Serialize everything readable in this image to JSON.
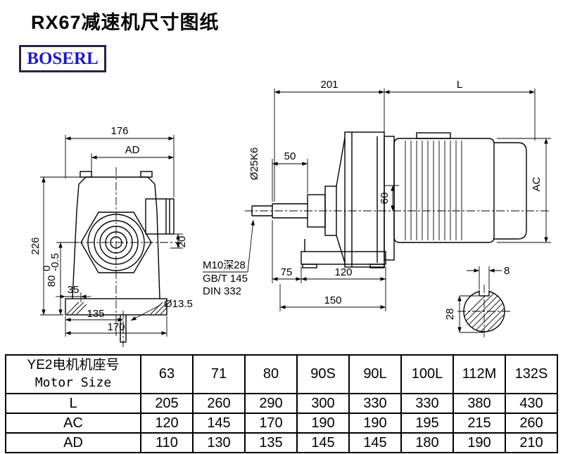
{
  "title": "RX67减速机尺寸图纸",
  "logo": "BOSERL",
  "front_view": {
    "dim_176": "176",
    "dim_ad": "AD",
    "dim_226": "226",
    "dim_80": "80",
    "tol_upper": "0",
    "tol_lower": "-0.5",
    "dim_35": "35",
    "dim_135": "135",
    "dim_170": "170",
    "dim_20": "20",
    "hole_dia": "Ø13.5"
  },
  "side_view": {
    "dim_201": "201",
    "dim_l": "L",
    "dim_50": "50",
    "shaft_dia": "Ø25K6",
    "dim_60": "60",
    "dim_ac": "AC",
    "thread_note": "M10深28",
    "note_gbt": "GB/T 145",
    "note_din": "DIN 332",
    "dim_75": "75",
    "dim_120": "120",
    "dim_150": "150"
  },
  "shaft_section": {
    "key_width": "8",
    "key_height": "28"
  },
  "table": {
    "header_cn": "YE2电机机座号",
    "header_en": "Motor Size",
    "sizes": [
      "63",
      "71",
      "80",
      "90S",
      "90L",
      "100L",
      "112M",
      "132S"
    ],
    "rows": [
      {
        "label": "L",
        "values": [
          "205",
          "260",
          "290",
          "300",
          "330",
          "330",
          "380",
          "430"
        ]
      },
      {
        "label": "AC",
        "values": [
          "120",
          "145",
          "170",
          "190",
          "190",
          "195",
          "215",
          "260"
        ]
      },
      {
        "label": "AD",
        "values": [
          "110",
          "130",
          "135",
          "145",
          "145",
          "180",
          "190",
          "210"
        ]
      }
    ]
  }
}
